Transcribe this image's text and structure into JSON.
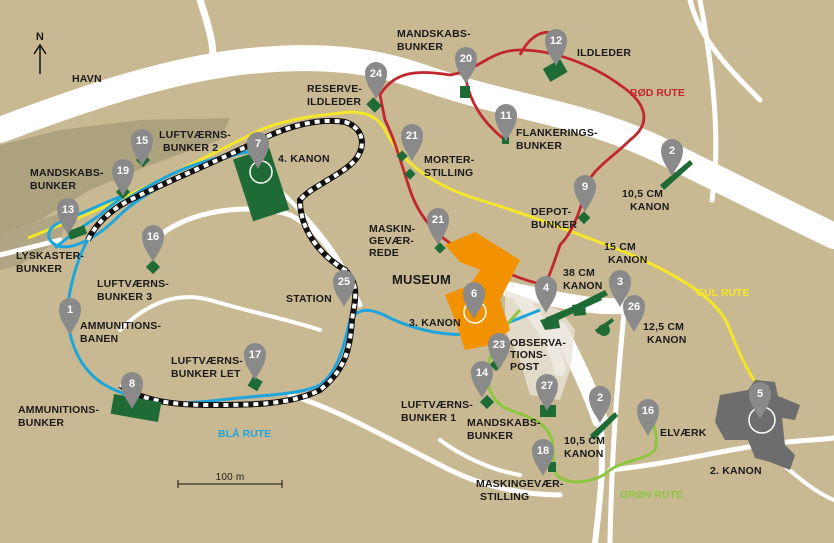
{
  "colors": {
    "land": "#c8b993",
    "land_dark": "#9c9079",
    "road": "#ffffff",
    "bunker": "#1e6b35",
    "museum": "#f39200",
    "pin": "#8a8a8a",
    "red_route": "#c1272d",
    "yellow_route": "#f5e52b",
    "blue_route": "#1ea5dc",
    "green_route": "#8dc63f",
    "gray_cannon": "#6d6d6d"
  },
  "compass": {
    "label": "N"
  },
  "labels": {
    "havn": "HAVN",
    "museum": "MUSEUM",
    "station": "STATION",
    "scale": "100 m",
    "mandskabs_top": [
      "MANDSKABS-",
      "BUNKER"
    ],
    "ildleder": "ILDLEDER",
    "reserve": [
      "RESERVE-",
      "ILDLEDER"
    ],
    "flankering": [
      "FLANKERINGS-",
      "BUNKER"
    ],
    "morter": [
      "MORTER-",
      "STILLING"
    ],
    "depot": [
      "DEPOT-",
      "BUNKER"
    ],
    "kanon10_top": [
      "10,5 CM",
      "KANON"
    ],
    "kanon15": [
      "15 CM",
      "KANON"
    ],
    "kanon38": [
      "38 CM",
      "KANON"
    ],
    "kanon12": [
      "12,5 CM",
      "KANON"
    ],
    "luft2": [
      "LUFTVÆRNS-",
      "BUNKER 2"
    ],
    "kanon4": "4. KANON",
    "mandskabs_left": [
      "MANDSKABS-",
      "BUNKER"
    ],
    "lyskaster": [
      "LYSKASTER-",
      "BUNKER"
    ],
    "luft3": [
      "LUFTVÆRNS-",
      "BUNKER 3"
    ],
    "ammunitionsbanen": [
      "AMMUNITIONS-",
      "BANEN"
    ],
    "ammunitionsbunker": [
      "AMMUNITIONS-",
      "BUNKER"
    ],
    "luftlet": [
      "LUFTVÆRNS-",
      "BUNKER LET"
    ],
    "maskingevaerrede": [
      "MASKIN-",
      "GEVÆR-",
      "REDE"
    ],
    "kanon3": "3. KANON",
    "observation": [
      "OBSERVA-",
      "TIONS-",
      "POST"
    ],
    "luft1": [
      "LUFTVÆRNS-",
      "BUNKER 1"
    ],
    "mandskabs_bottom": [
      "MANDSKABS-",
      "BUNKER"
    ],
    "kanon10_bottom": [
      "10,5 CM",
      "KANON"
    ],
    "elvaerk": "ELVÆRK",
    "maskingevaerstilling": [
      "MASKINGEVÆR-",
      "STILLING"
    ],
    "kanon2": "2. KANON"
  },
  "routes": {
    "red": "RØD RUTE",
    "yellow": "GUL RUTE",
    "blue": "BLÅ RUTE",
    "green": "GRØN RUTE"
  },
  "pins": [
    "12",
    "20",
    "24",
    "11",
    "21",
    "2",
    "9",
    "21",
    "3",
    "26",
    "4",
    "15",
    "7",
    "19",
    "13",
    "16",
    "1",
    "25",
    "6",
    "23",
    "17",
    "8",
    "14",
    "27",
    "2",
    "16",
    "18",
    "5"
  ]
}
